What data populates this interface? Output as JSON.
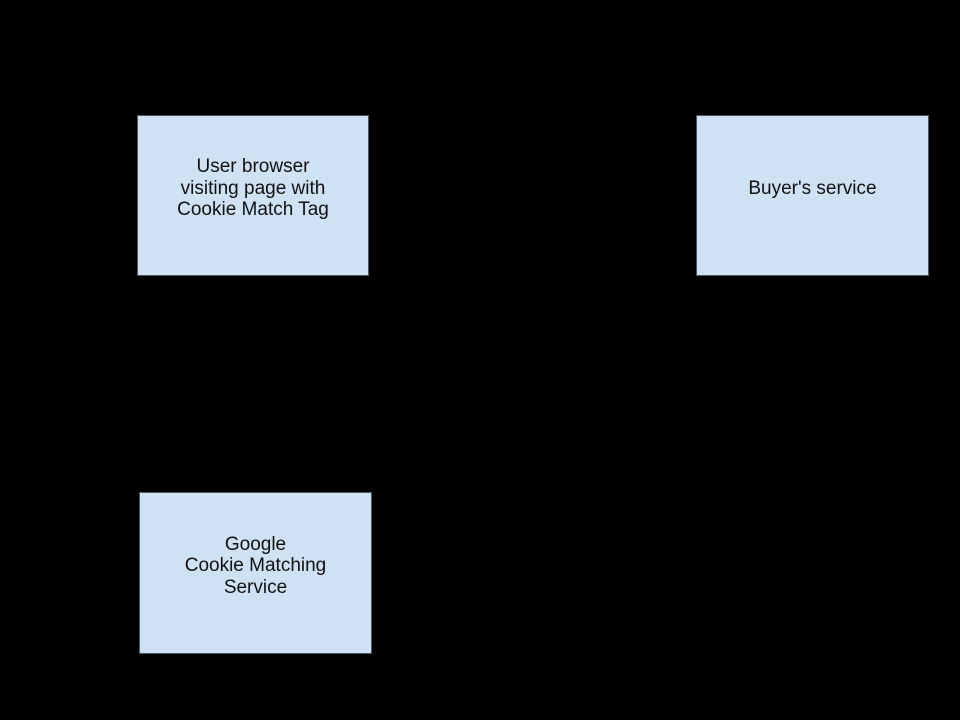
{
  "diagram": {
    "background_color": "#000000",
    "node_fill_color": "#cfe2f3",
    "node_border_color": "#4a5661",
    "node_text_color": "#111111",
    "nodes": [
      {
        "id": "user-browser",
        "label": "User browser\nvisiting page with\nCookie Match Tag"
      },
      {
        "id": "buyers-service",
        "label": "Buyer's service"
      },
      {
        "id": "google-cookie-matching-service",
        "label": "Google\nCookie Matching\nService"
      }
    ]
  }
}
